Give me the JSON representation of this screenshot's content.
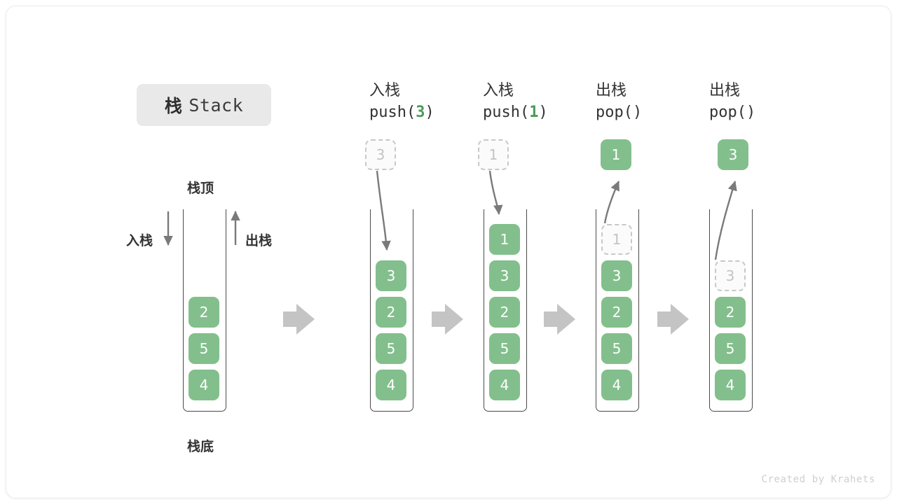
{
  "title": {
    "cn": "栈",
    "en": "Stack"
  },
  "labels": {
    "top": "栈顶",
    "bottom": "栈底",
    "push_side": "入栈",
    "pop_side": "出栈"
  },
  "credit": "Created by Krahets",
  "colors": {
    "element_green": "#83bf8c",
    "ghost_border": "#c8c8c8",
    "ghost_text": "#c3c3c3",
    "arrow_gray": "#7a7a7a",
    "block_arrow_gray": "#c4c4c4",
    "title_chip_bg": "#e9e9e9",
    "code_accent_green": "#4c9a5b"
  },
  "columns": [
    {
      "id": "initial",
      "op_cn": "",
      "op_code": "",
      "op_arg": "",
      "stack": [
        {
          "value": "2",
          "state": "filled"
        },
        {
          "value": "5",
          "state": "filled"
        },
        {
          "value": "4",
          "state": "filled"
        }
      ],
      "float_box": null,
      "arrow": "none"
    },
    {
      "id": "push-3",
      "op_cn": "入栈",
      "op_code_prefix": "push(",
      "op_arg": "3",
      "op_code_suffix": ")",
      "stack": [
        {
          "value": "3",
          "state": "filled"
        },
        {
          "value": "2",
          "state": "filled"
        },
        {
          "value": "5",
          "state": "filled"
        },
        {
          "value": "4",
          "state": "filled"
        }
      ],
      "float_box": {
        "value": "3",
        "state": "ghost"
      },
      "arrow": "down"
    },
    {
      "id": "push-1",
      "op_cn": "入栈",
      "op_code_prefix": "push(",
      "op_arg": "1",
      "op_code_suffix": ")",
      "stack": [
        {
          "value": "1",
          "state": "filled"
        },
        {
          "value": "3",
          "state": "filled"
        },
        {
          "value": "2",
          "state": "filled"
        },
        {
          "value": "5",
          "state": "filled"
        },
        {
          "value": "4",
          "state": "filled"
        }
      ],
      "float_box": {
        "value": "1",
        "state": "ghost"
      },
      "arrow": "down"
    },
    {
      "id": "pop-1",
      "op_cn": "出栈",
      "op_code_prefix": "pop(",
      "op_arg": "",
      "op_code_suffix": ")",
      "stack": [
        {
          "value": "1",
          "state": "ghost"
        },
        {
          "value": "3",
          "state": "filled"
        },
        {
          "value": "2",
          "state": "filled"
        },
        {
          "value": "5",
          "state": "filled"
        },
        {
          "value": "4",
          "state": "filled"
        }
      ],
      "float_box": {
        "value": "1",
        "state": "filled"
      },
      "arrow": "up"
    },
    {
      "id": "pop-3",
      "op_cn": "出栈",
      "op_code_prefix": "pop(",
      "op_arg": "",
      "op_code_suffix": ")",
      "stack": [
        {
          "value": "3",
          "state": "ghost"
        },
        {
          "value": "2",
          "state": "filled"
        },
        {
          "value": "5",
          "state": "filled"
        },
        {
          "value": "4",
          "state": "filled"
        }
      ],
      "float_box": {
        "value": "3",
        "state": "filled"
      },
      "arrow": "up"
    }
  ],
  "step_arrows_count": 4
}
